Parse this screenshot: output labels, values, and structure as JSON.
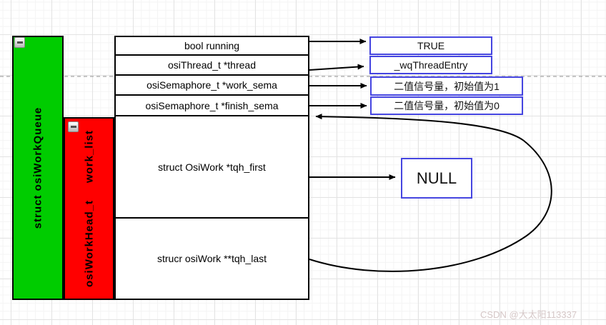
{
  "struct_table": {
    "outer_label": "struct osiWorkQueue",
    "inner_label_type": "osiWorkHead_t",
    "inner_label_field": "work_list",
    "fields": [
      "bool running",
      "osiThread_t *thread",
      "osiSemaphore_t *work_sema",
      "osiSemaphore_t *finish_sema",
      "struct OsiWork *tqh_first",
      "strucr osiWork **tqh_last"
    ]
  },
  "value_boxes": {
    "running_value": "TRUE",
    "thread_value": "_wqThreadEntry",
    "work_sema_value": "二值信号量，初始值为1",
    "finish_sema_value": "二值信号量，初始值为0",
    "tqh_first_value": "NULL"
  },
  "colors": {
    "outer_container_fill": "#00cc00",
    "inner_container_fill": "#ff0000",
    "value_box_border": "#4545e0",
    "shape_border": "#000000",
    "page_break_line": "#b3b3b3"
  },
  "watermark": "CSDN @大太阳113337"
}
